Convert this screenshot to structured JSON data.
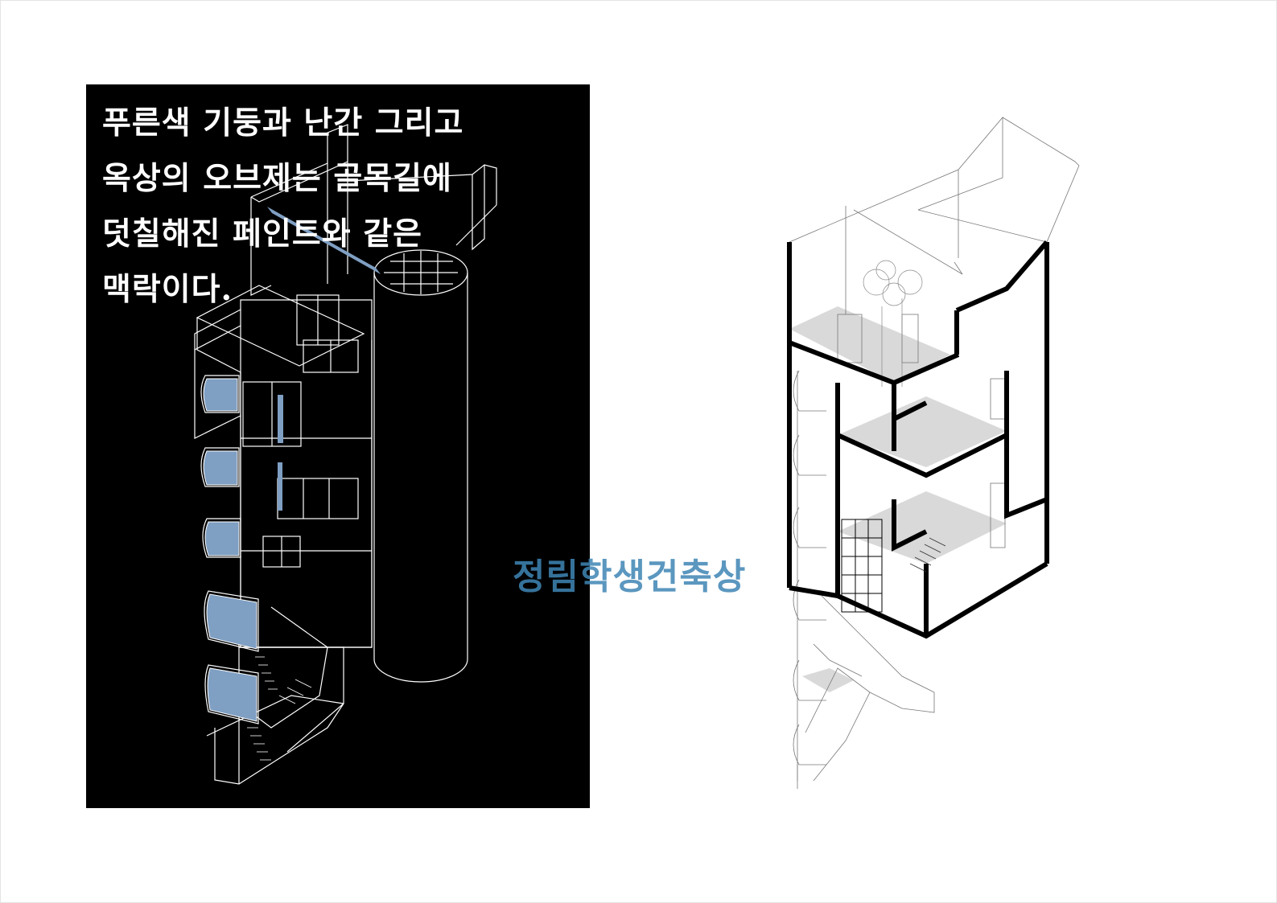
{
  "caption_lines": [
    "푸른색 기둥과 난간 그리고",
    "옥상의 오브제는 골목길에",
    "덧칠해진 페인트와 같은",
    "맥락이다."
  ],
  "watermark": "정림학생건축상",
  "colors": {
    "panel_background": "#000000",
    "accent_blue": "#7f9fc3",
    "watermark_blue": "#3f86b5",
    "line_white": "#ffffff",
    "line_black": "#000000"
  }
}
